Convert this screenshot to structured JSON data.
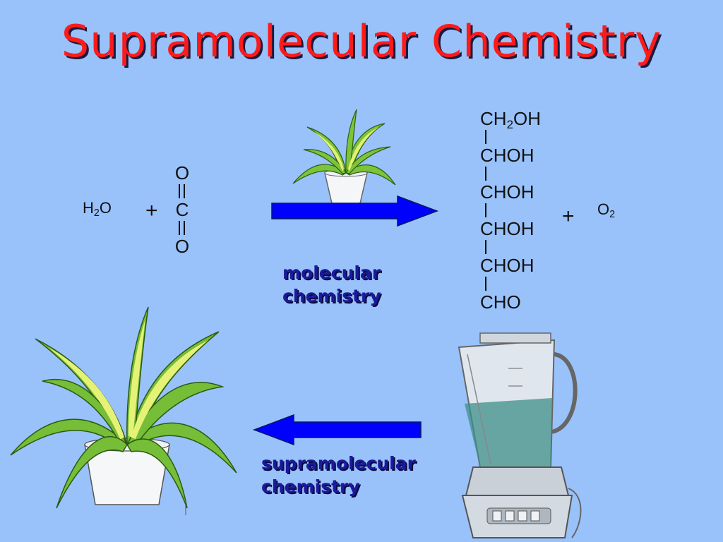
{
  "title": "Supramolecular Chemistry",
  "reactants": {
    "water": {
      "main": "H",
      "sub": "2",
      "tail": "O"
    },
    "plus": "+",
    "co2": {
      "top": "O",
      "middle": "C",
      "bottom": "O"
    }
  },
  "product": {
    "chain": [
      "CH",
      "CHOH",
      "CHOH",
      "CHOH",
      "CHOH",
      "CHO"
    ],
    "first_sub": "2",
    "first_tail": "OH",
    "plus": "+",
    "oxygen": {
      "main": "O",
      "sub": "2"
    }
  },
  "labels": {
    "forward": [
      "molecular",
      "chemistry"
    ],
    "reverse": [
      "supramolecular",
      "chemistry"
    ]
  },
  "colors": {
    "background": "#99c2fa",
    "title": "#ff1a1a",
    "arrow": "#0000ff",
    "label": "#1a1a9a"
  },
  "icons": [
    "small-plant-icon",
    "large-plant-icon",
    "blender-icon"
  ]
}
